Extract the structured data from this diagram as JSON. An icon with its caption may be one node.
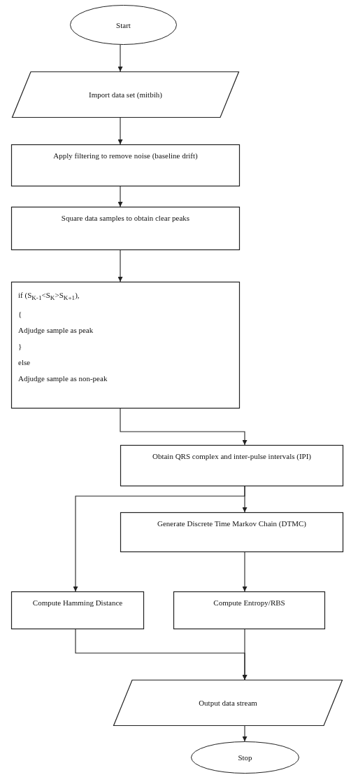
{
  "diagram": {
    "nodes": [
      {
        "text": [
          "Start"
        ]
      },
      {
        "text": [
          "Import data set (mitbih)"
        ]
      },
      {
        "text": [
          "Apply filtering to remove noise (baseline drift)"
        ]
      },
      {
        "text": [
          "Square data samples to obtain clear peaks"
        ]
      },
      {
        "text": [
          "if (S$_{K-1}$<S$_{K}$>S$_{K+1}$),",
          "{",
          "Adjudge sample as peak",
          "}",
          "else",
          "Adjudge sample as non-peak"
        ]
      },
      {
        "text": [
          "Obtain QRS complex and inter-pulse intervals (IPI)"
        ]
      },
      {
        "text": [
          "Generate Discrete Time Markov Chain (DTMC)"
        ]
      },
      {
        "text": [
          "Compute Hamming Distance"
        ]
      },
      {
        "text": [
          "Compute Entropy/RBS"
        ]
      },
      {
        "text": [
          "Output data stream"
        ]
      },
      {
        "text": [
          "Stop"
        ]
      }
    ],
    "edges": [
      {
        "from": 0,
        "to": 1,
        "arrow": "to"
      },
      {
        "from": 1,
        "to": 2,
        "arrow": "to"
      },
      {
        "from": 2,
        "to": 3,
        "arrow": "to"
      },
      {
        "from": 3,
        "to": 4,
        "arrow": "to"
      },
      {
        "from": 4,
        "to": 5,
        "arrow": "to"
      },
      {
        "from": 5,
        "to": 6,
        "arrow": "to"
      },
      {
        "from": 5,
        "to": 7,
        "arrow": "to"
      },
      {
        "from": 6,
        "to": 8,
        "arrow": "to"
      },
      {
        "from": 7,
        "to": 9,
        "arrow": "to"
      },
      {
        "from": 8,
        "to": 9,
        "arrow": "to"
      },
      {
        "from": 9,
        "to": 10,
        "arrow": "to"
      }
    ]
  }
}
